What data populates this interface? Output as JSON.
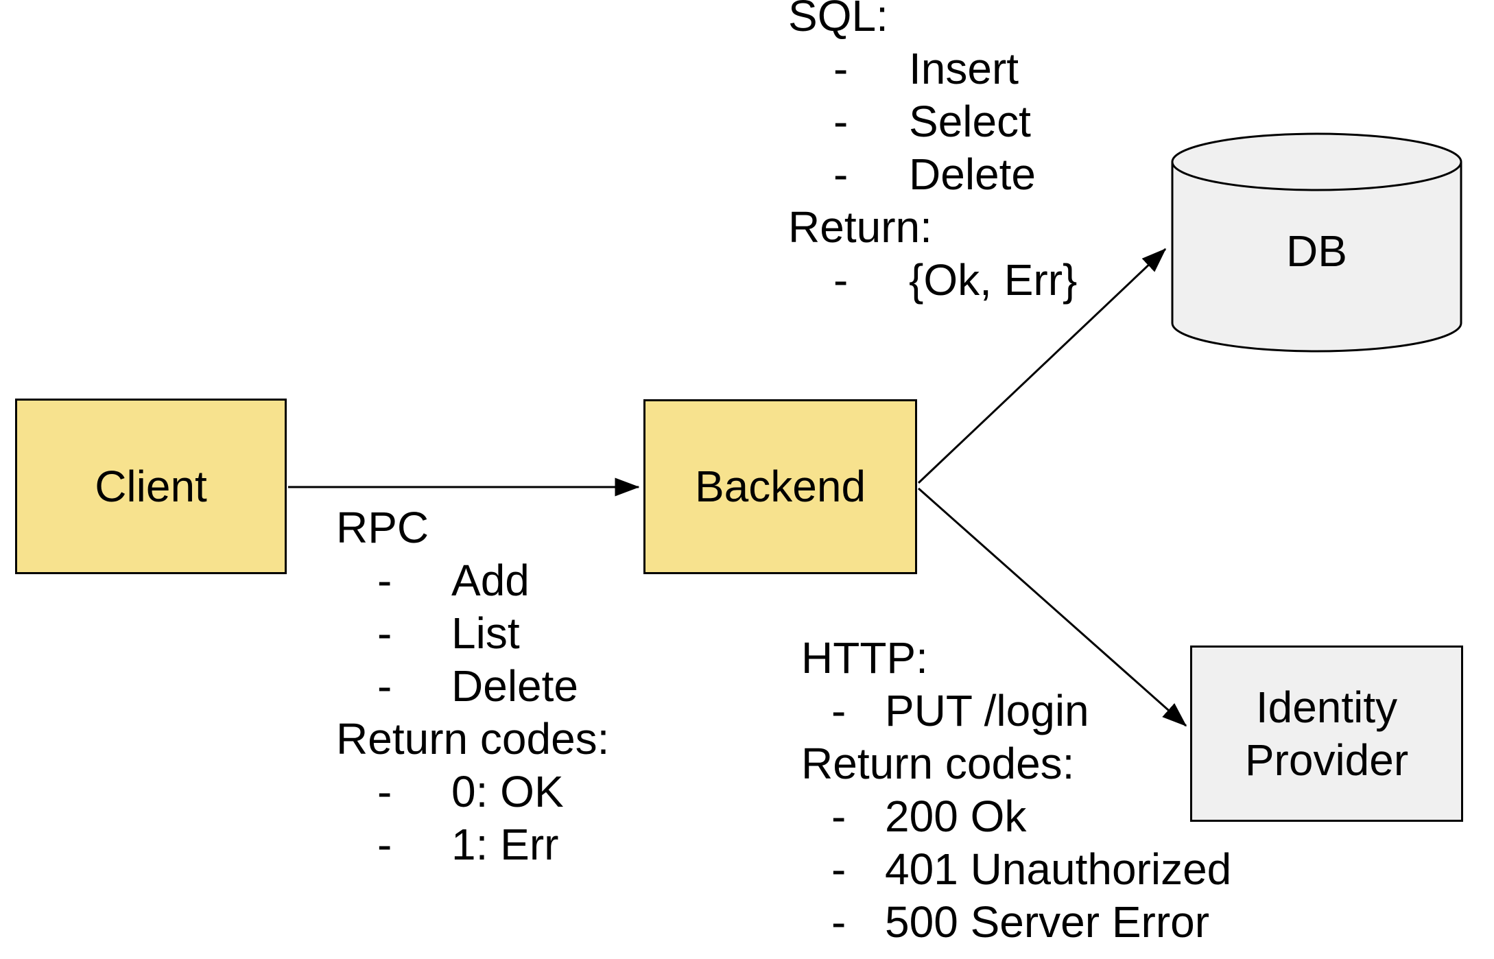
{
  "diagram": {
    "background": "#ffffff",
    "colors": {
      "background": "#ffffff",
      "node_yellow": "#F7E28E",
      "node_gray": "#F0F0F0",
      "line": "#000000",
      "text": "#000000"
    },
    "nodes": {
      "client": {
        "label": "Client",
        "shape": "rectangle"
      },
      "backend": {
        "label": "Backend",
        "shape": "rectangle"
      },
      "db": {
        "label": "DB",
        "shape": "cylinder"
      },
      "identity_provider": {
        "lines": [
          "Identity",
          "Provider"
        ],
        "shape": "rectangle"
      }
    },
    "edges": [
      {
        "from": "client",
        "to": "backend"
      },
      {
        "from": "backend",
        "to": "db"
      },
      {
        "from": "backend",
        "to": "identity_provider"
      }
    ],
    "annotations": {
      "rpc": {
        "lines": [
          {
            "type": "heading",
            "text": "RPC"
          },
          {
            "type": "item",
            "bullet": "-",
            "text": "Add"
          },
          {
            "type": "item",
            "bullet": "-",
            "text": "List"
          },
          {
            "type": "item",
            "bullet": "-",
            "text": "Delete"
          },
          {
            "type": "heading",
            "text": "Return codes:"
          },
          {
            "type": "item",
            "bullet": "-",
            "text": "0: OK"
          },
          {
            "type": "item",
            "bullet": "-",
            "text": "1: Err"
          }
        ]
      },
      "sql": {
        "lines": [
          {
            "type": "heading",
            "text": "SQL:"
          },
          {
            "type": "item",
            "bullet": "-",
            "text": "Insert"
          },
          {
            "type": "item",
            "bullet": "-",
            "text": "Select"
          },
          {
            "type": "item",
            "bullet": "-",
            "text": "Delete"
          },
          {
            "type": "heading",
            "text": "Return:"
          },
          {
            "type": "item",
            "bullet": "-",
            "text": "{Ok, Err}"
          }
        ]
      },
      "http": {
        "lines": [
          {
            "type": "heading",
            "text": "HTTP:"
          },
          {
            "type": "item",
            "bullet": "-",
            "text": "PUT /login"
          },
          {
            "type": "heading",
            "text": "Return codes:"
          },
          {
            "type": "item",
            "bullet": "-",
            "text": "200 Ok"
          },
          {
            "type": "item",
            "bullet": "-",
            "text": "401 Unauthorized"
          },
          {
            "type": "item",
            "bullet": "-",
            "text": "500 Server Error"
          }
        ]
      }
    }
  }
}
